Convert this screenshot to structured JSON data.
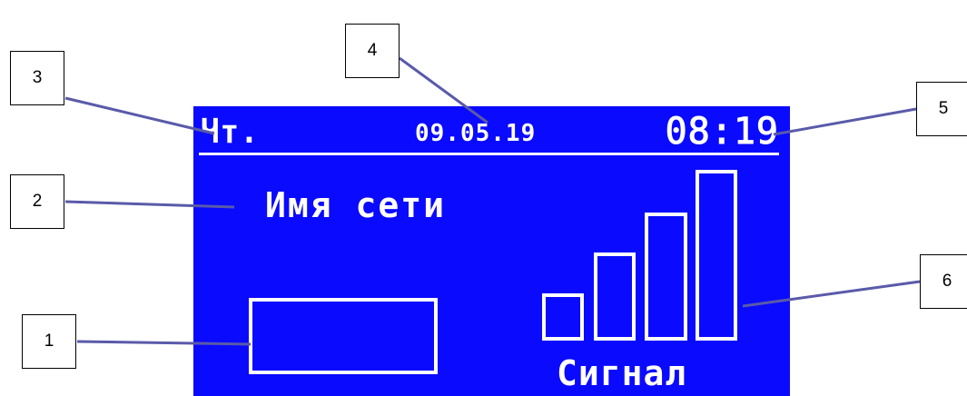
{
  "display": {
    "background_color": "#0a0aff",
    "foreground_color": "#ffffff",
    "header": {
      "day": "Чт.",
      "date": "09.05.19",
      "time": "08:19"
    },
    "network_name": "Имя сети",
    "signal_label": "Сигнал",
    "signal_level": "4/4"
  },
  "callouts": {
    "one": "1",
    "two": "2",
    "three": "3",
    "four": "4",
    "five": "5",
    "six": "6"
  },
  "leader_color": "#5a5aaa"
}
